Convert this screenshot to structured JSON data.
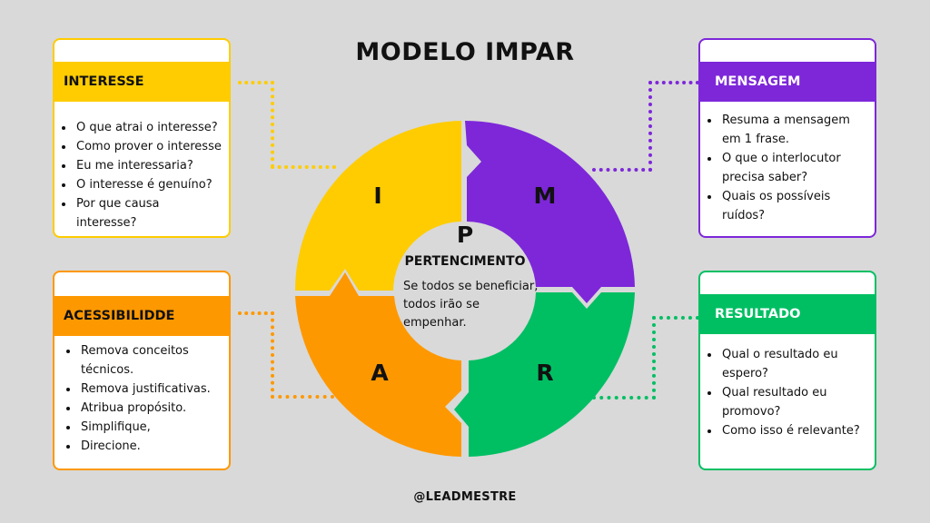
{
  "title": "MODELO IMPAR",
  "footer": "@LEADMESTRE",
  "colors": {
    "interesse": "#fecc00",
    "mensagem": "#7d27d9",
    "acessibilidade": "#fe9800",
    "resultado": "#00bf63",
    "center": "#d9d9d9"
  },
  "wheel": {
    "letters": {
      "i": "I",
      "m": "M",
      "a": "A",
      "r": "R",
      "p": "P"
    },
    "center_title": "PERTENCIMENTO",
    "center_text": "Se todos se beneficiar, todos irão se empenhar."
  },
  "cards": {
    "interesse": {
      "title": "INTERESSE",
      "items": [
        "O que atrai o interesse?",
        "Como prover o interesse",
        "Eu me interessaria?",
        "O interesse é genuíno?",
        "Por que causa interesse?"
      ]
    },
    "mensagem": {
      "title": "MENSAGEM",
      "items": [
        "Resuma a mensagem em 1 frase.",
        "O que o interlocutor precisa saber?",
        "Quais os possíveis ruídos?"
      ]
    },
    "acessibilidade": {
      "title": "ACESSIBILIDDE",
      "items": [
        "Remova conceitos técnicos.",
        "Remova justificativas.",
        "Atribua propósito.",
        "Simplifique,",
        "Direcione."
      ]
    },
    "resultado": {
      "title": "RESULTADO",
      "items": [
        "Qual o resultado eu espero?",
        "Qual resultado eu promovo?",
        "Como isso é relevante?"
      ]
    }
  }
}
